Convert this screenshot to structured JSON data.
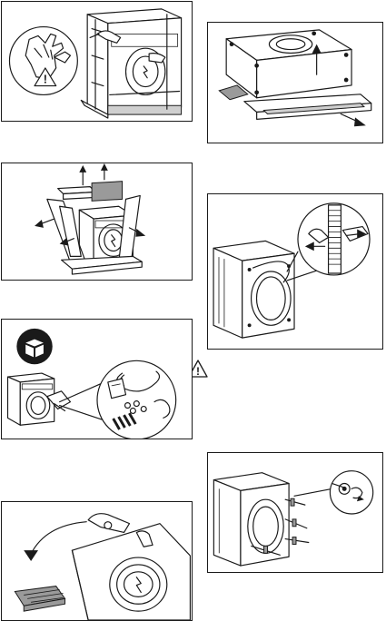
{
  "document": {
    "type": "installation-illustrations",
    "step_count": 7
  },
  "steps": [
    {
      "id": "wear-gloves-remove-packaging",
      "icons": [
        "glove-icon",
        "warning-triangle-icon"
      ]
    },
    {
      "id": "lift-machine-off-base",
      "icons": []
    },
    {
      "id": "remove-top-and-side-packaging",
      "icons": []
    },
    {
      "id": "remove-rear-hose-brackets",
      "icons": []
    },
    {
      "id": "unpack-accessories",
      "icons": [
        "box-icon"
      ]
    },
    {
      "id": "tilt-machine-remove-base",
      "icons": []
    },
    {
      "id": "remove-transit-bolts",
      "icons": []
    }
  ],
  "colors": {
    "line": "#1a1a1a",
    "shade": "#cfcfcf",
    "dark_shade": "#9a9a9a",
    "background": "#ffffff"
  },
  "warning_marker": {
    "icon": "warning-triangle-icon",
    "glyph": "!"
  }
}
